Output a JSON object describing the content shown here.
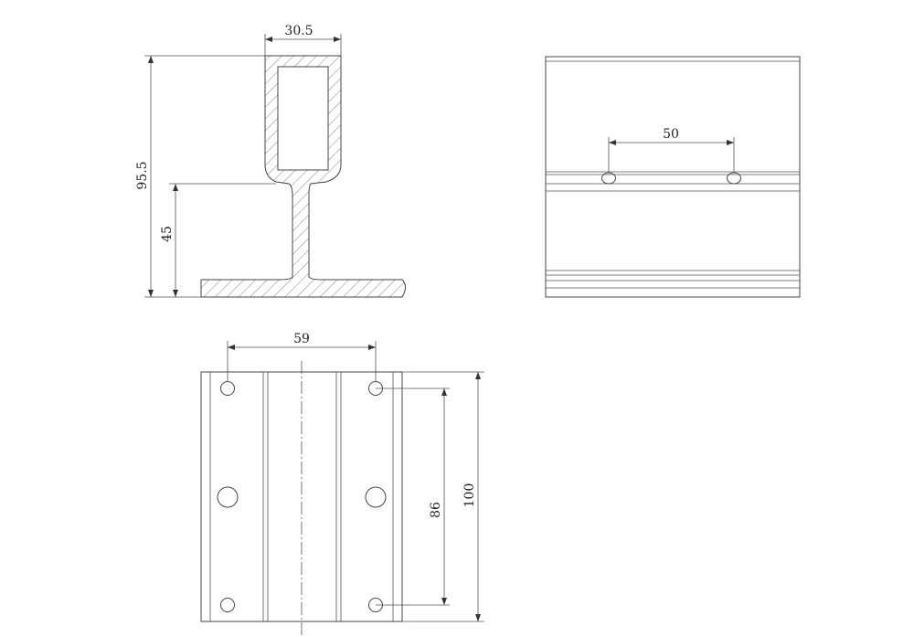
{
  "dimensions": {
    "width_top": "30.5",
    "height_total": "95.5",
    "height_stem": "45",
    "hole_spacing_side": "50",
    "hole_spacing_plate": "59",
    "plate_hole_vertical": "86",
    "plate_length": "100"
  },
  "colors": {
    "line": "#444444",
    "hatch": "#666666",
    "background": "#ffffff"
  }
}
